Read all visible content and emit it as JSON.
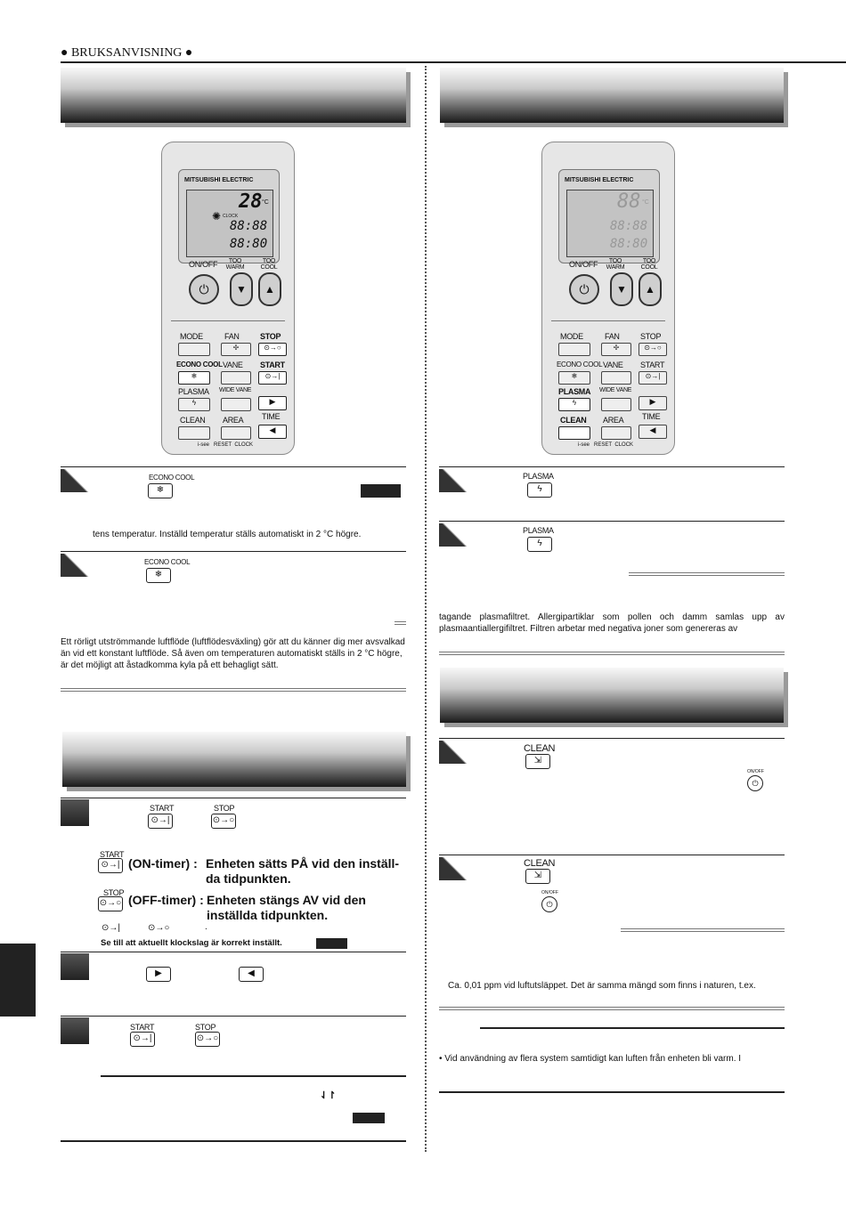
{
  "header": {
    "label": "● BRUKSANVISNING ●"
  },
  "remote_left": {
    "brand": "MITSUBISHI ELECTRIC",
    "temp": "28",
    "unit": "°C",
    "clock_label": "CLOCK",
    "time1": "88:88",
    "time2": "88:80",
    "onoff": "ON/OFF",
    "too_warm": "TOO WARM",
    "too_cool": "TOO COOL",
    "mode": "MODE",
    "fan": "FAN",
    "stop": "STOP",
    "econo_cool": "ECONO COOL",
    "vane": "VANE",
    "start": "START",
    "plasma": "PLASMA",
    "wide_vane": "WIDE VANE",
    "time": "TIME",
    "clean": "CLEAN",
    "area": "AREA",
    "isee": "i-see",
    "reset": "RESET",
    "clock": "CLOCK"
  },
  "remote_right": {
    "brand": "MITSUBISHI ELECTRIC",
    "temp": "88",
    "unit": "°C",
    "time1": "88:88",
    "time2": "88:80",
    "onoff": "ON/OFF",
    "too_warm": "TOO WARM",
    "too_cool": "TOO COOL",
    "mode": "MODE",
    "fan": "FAN",
    "stop": "STOP",
    "econo_cool": "ECONO COOL",
    "vane": "VANE",
    "start": "START",
    "plasma": "PLASMA",
    "wide_vane": "WIDE VANE",
    "time": "TIME",
    "clean": "CLEAN",
    "area": "AREA",
    "isee": "i-see",
    "reset": "RESET",
    "clock": "CLOCK"
  },
  "left": {
    "econo_btn_label": "ECONO COOL",
    "step1_text": "tens temperatur. Inställd temperatur ställs automatiskt in 2 °C högre.",
    "econo_btn_label2": "ECONO COOL",
    "econo_para": "Ett rörligt utströmmande luftflöde (luftflödesväxling) gör att du känner dig mer avsvalkad än vid ett konstant luftflöde. Så även om temperaturen automatiskt ställs in 2 °C högre, är det möjligt att åstadkomma kyla på ett behagligt sätt.",
    "start_btn_label": "START",
    "stop_btn_label": "STOP",
    "on_timer_start_label": "START",
    "on_timer_label": "(ON-timer) :",
    "on_timer_desc": "Enheten sätts PÅ vid den inställ-da tidpunkten.",
    "off_timer_stop_label": "STOP",
    "off_timer_label": "(OFF-timer) :",
    "off_timer_desc": "Enheten stängs AV vid den inställda tidpunkten.",
    "period": ".",
    "clock_note": "Se till att aktuellt klockslag är korrekt inställt.",
    "start_btn_label3": "START",
    "stop_btn_label3": "STOP",
    "arrows_symbol": "⇃↾"
  },
  "right": {
    "plasma_label1": "PLASMA",
    "plasma_label2": "PLASMA",
    "plasma_para": "tagande plasmafiltret. Allergipartiklar som pollen och damm samlas upp av plasmaantiallergifiltret. Filtren arbetar med negativa joner som genereras av",
    "clean_label1": "CLEAN",
    "onoff_small1": "ON/OFF",
    "clean_label2": "CLEAN",
    "onoff_small2": "ON/OFF",
    "ppm_text": "Ca. 0,01 ppm vid luftutsläppet. Det är samma mängd som finns i naturen, t.ex.",
    "bullet_text": "•   Vid användning av flera system samtidigt kan luften från enheten bli varm. I"
  }
}
